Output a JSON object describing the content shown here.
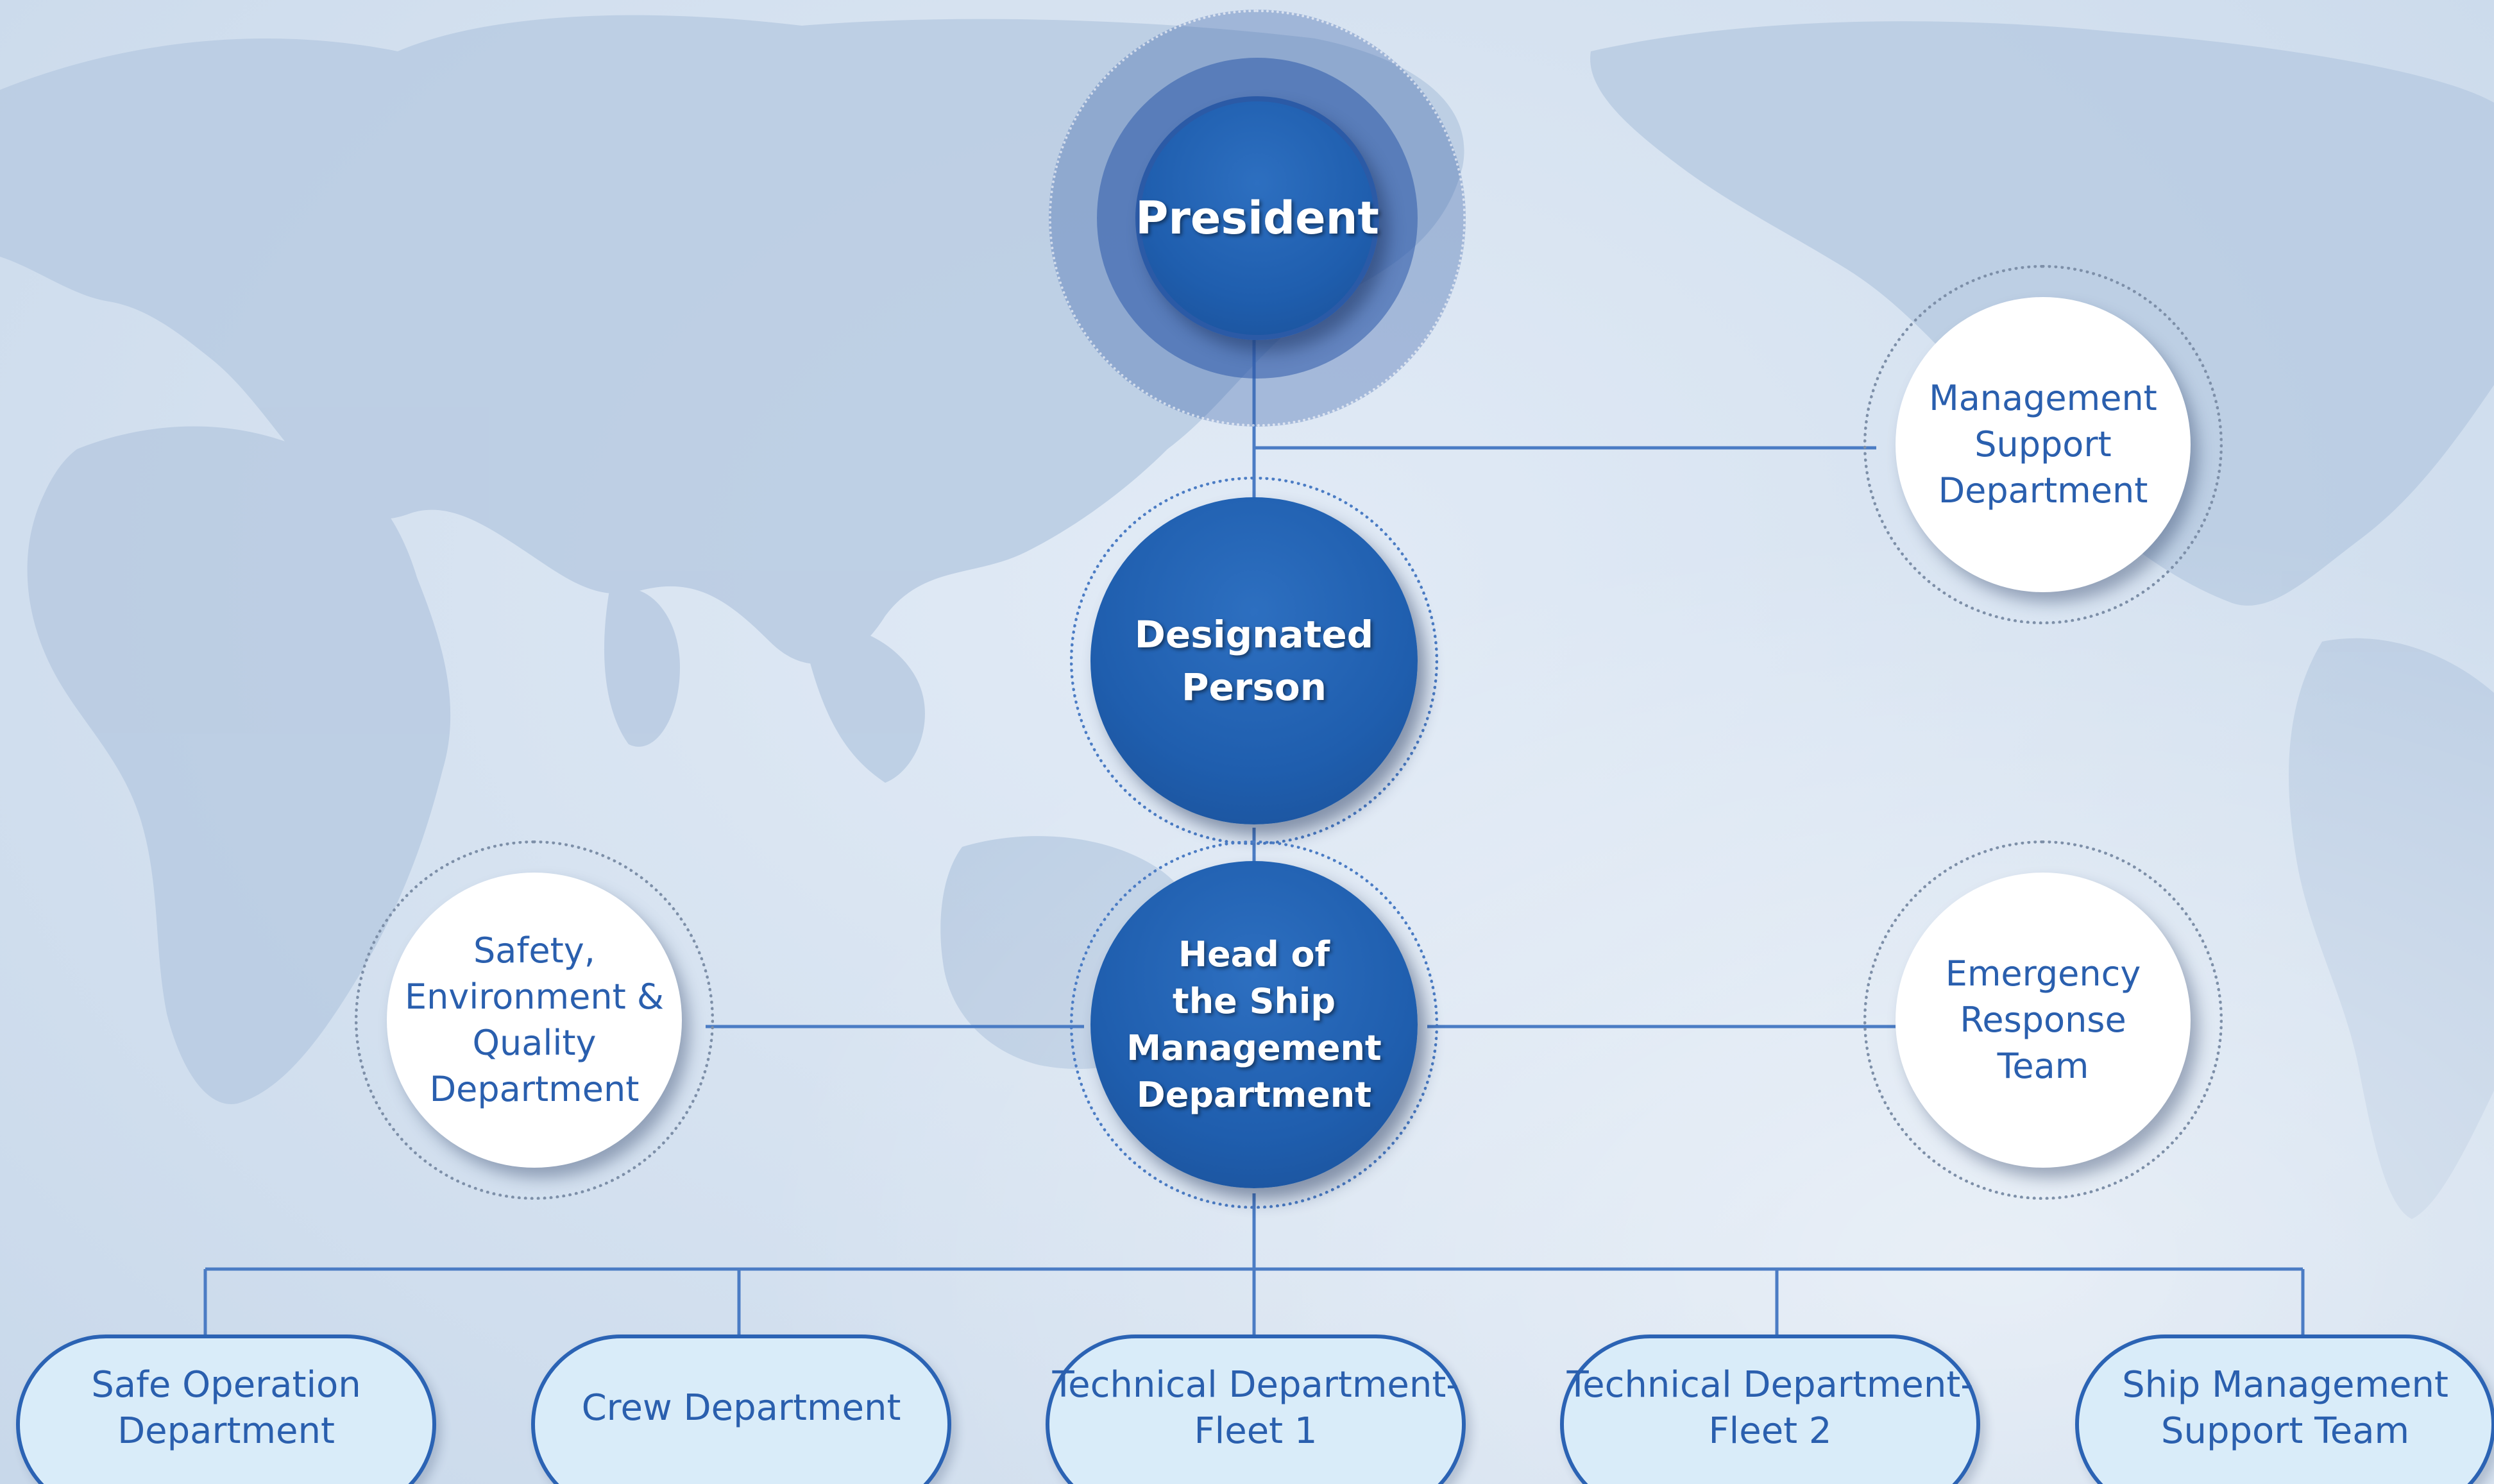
{
  "colors": {
    "primary_blue": "#1f5eae",
    "text_blue": "#2a5fae",
    "line_blue": "#4b7cc4",
    "pill_fill": "#d9ecf9",
    "background": "#d6e3f1"
  },
  "nodes": {
    "president": "President",
    "designated_person": "Designated\nPerson",
    "head_ship_management": "Head of\nthe Ship\nManagement\nDepartment",
    "management_support": "Management\nSupport\nDepartment",
    "safety_environment_quality": "Safety,\nEnvironment &\nQuality\nDepartment",
    "emergency_response": "Emergency\nResponse\nTeam"
  },
  "departments": [
    "Safe Operation\nDepartment",
    "Crew Department",
    "Technical Department-\nFleet 1",
    "Technical Department-\nFleet 2",
    "Ship Management\nSupport Team"
  ]
}
